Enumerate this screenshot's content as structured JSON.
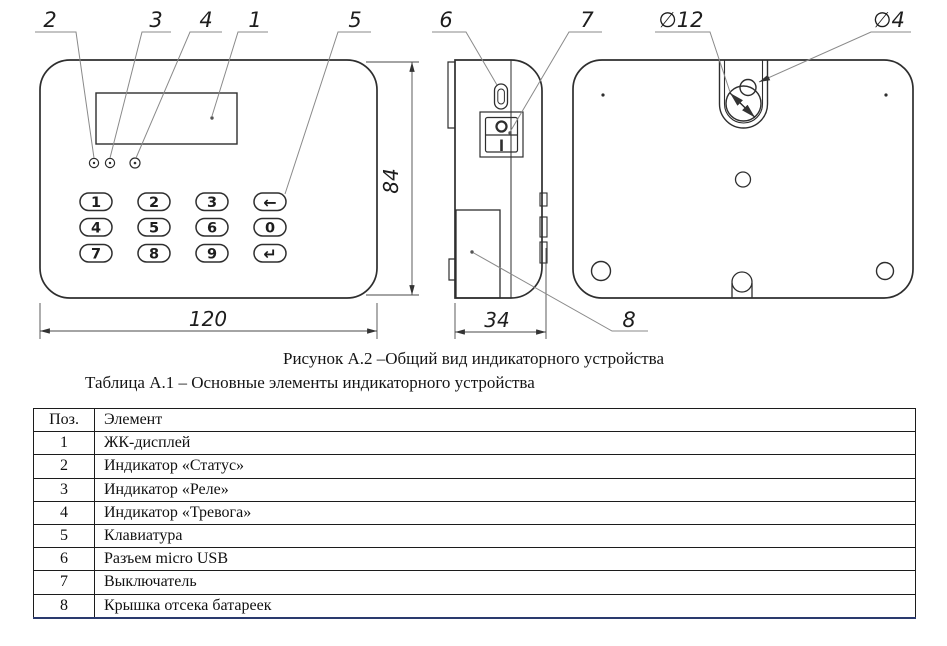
{
  "figure": {
    "caption": "Рисунок А.2 –Общий вид индикаторного устройства",
    "callouts": {
      "n1": "1",
      "n2": "2",
      "n3": "3",
      "n4": "4",
      "n5": "5",
      "n6": "6",
      "n7": "7",
      "n8": "8",
      "d12": "∅12",
      "d4": "∅4"
    },
    "dimensions": {
      "front_width": "120",
      "front_height": "84",
      "side_depth": "34"
    },
    "keypad": [
      [
        "1",
        "2",
        "3",
        "←"
      ],
      [
        "4",
        "5",
        "6",
        "0"
      ],
      [
        "7",
        "8",
        "9",
        "↵"
      ]
    ]
  },
  "table": {
    "caption": "Таблица А.1 – Основные элементы индикаторного устройства",
    "headers": [
      "Поз.",
      "Элемент"
    ],
    "rows": [
      [
        "1",
        "ЖК-дисплей"
      ],
      [
        "2",
        "Индикатор «Статус»"
      ],
      [
        "3",
        "Индикатор «Реле»"
      ],
      [
        "4",
        "Индикатор «Тревога»"
      ],
      [
        "5",
        "Клавиатура"
      ],
      [
        "6",
        "Разъем micro USB"
      ],
      [
        "7",
        "Выключатель"
      ],
      [
        "8",
        "Крышка отсека батареек"
      ]
    ]
  },
  "colors": {
    "line": "#2e2e2e",
    "leader": "#8a8a8a",
    "table_bottom_accent": "#2a3a6e"
  }
}
